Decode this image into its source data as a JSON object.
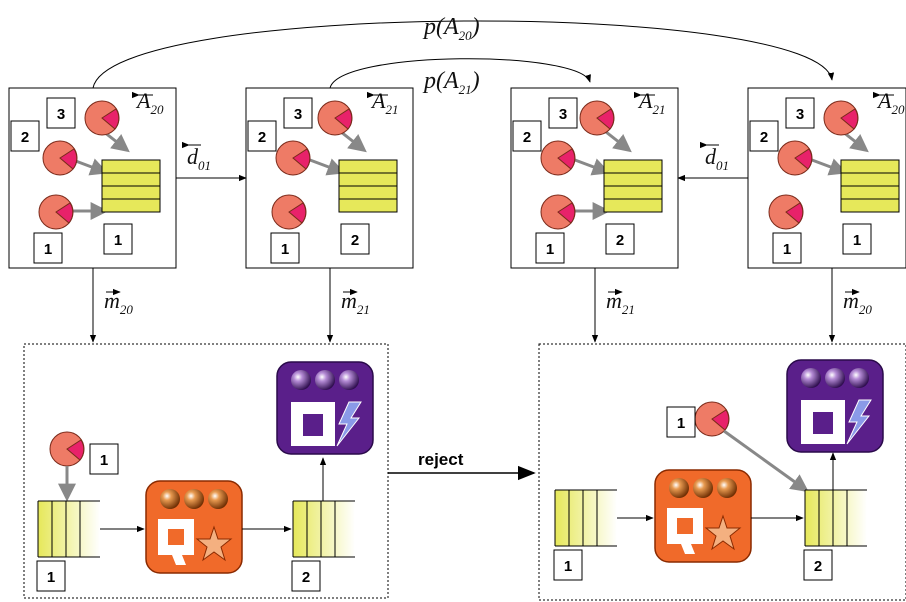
{
  "top_arrows": {
    "p_a20": {
      "prefix": "p(A",
      "sub": "20",
      "suffix": ")"
    },
    "p_a21": {
      "prefix": "p(A",
      "sub": "21",
      "suffix": ")"
    }
  },
  "boxes": [
    {
      "label_main": "A",
      "label_sub": "20",
      "badges": [
        "3",
        "2",
        "1"
      ],
      "queue_badge": "1"
    },
    {
      "label_main": "A",
      "label_sub": "21",
      "badges": [
        "3",
        "2",
        "1"
      ],
      "queue_badge": "2"
    },
    {
      "label_main": "A",
      "label_sub": "21",
      "badges": [
        "3",
        "2",
        "1"
      ],
      "queue_badge": "2"
    },
    {
      "label_main": "A",
      "label_sub": "20",
      "badges": [
        "3",
        "2",
        "1"
      ],
      "queue_badge": "1"
    }
  ],
  "d_arrows": [
    {
      "main": "d",
      "sub": "01"
    },
    {
      "main": "d",
      "sub": "01"
    }
  ],
  "m_arrows": [
    {
      "main": "m",
      "sub": "20"
    },
    {
      "main": "m",
      "sub": "21"
    },
    {
      "main": "m",
      "sub": "21"
    },
    {
      "main": "m",
      "sub": "20"
    }
  ],
  "left_panel": {
    "pie_badge": "1",
    "queue1_badge": "1",
    "queue2_badge": "2"
  },
  "right_panel": {
    "pie_badge": "1",
    "queue1_badge": "1",
    "queue2_badge": "2"
  },
  "reject_label": "reject",
  "colors": {
    "pie": "#ee7b66",
    "pie_slice": "#e8226a",
    "queue": "#e6e85a",
    "q_icon": "#f06a2a",
    "storage_icon": "#5a1f8a"
  }
}
